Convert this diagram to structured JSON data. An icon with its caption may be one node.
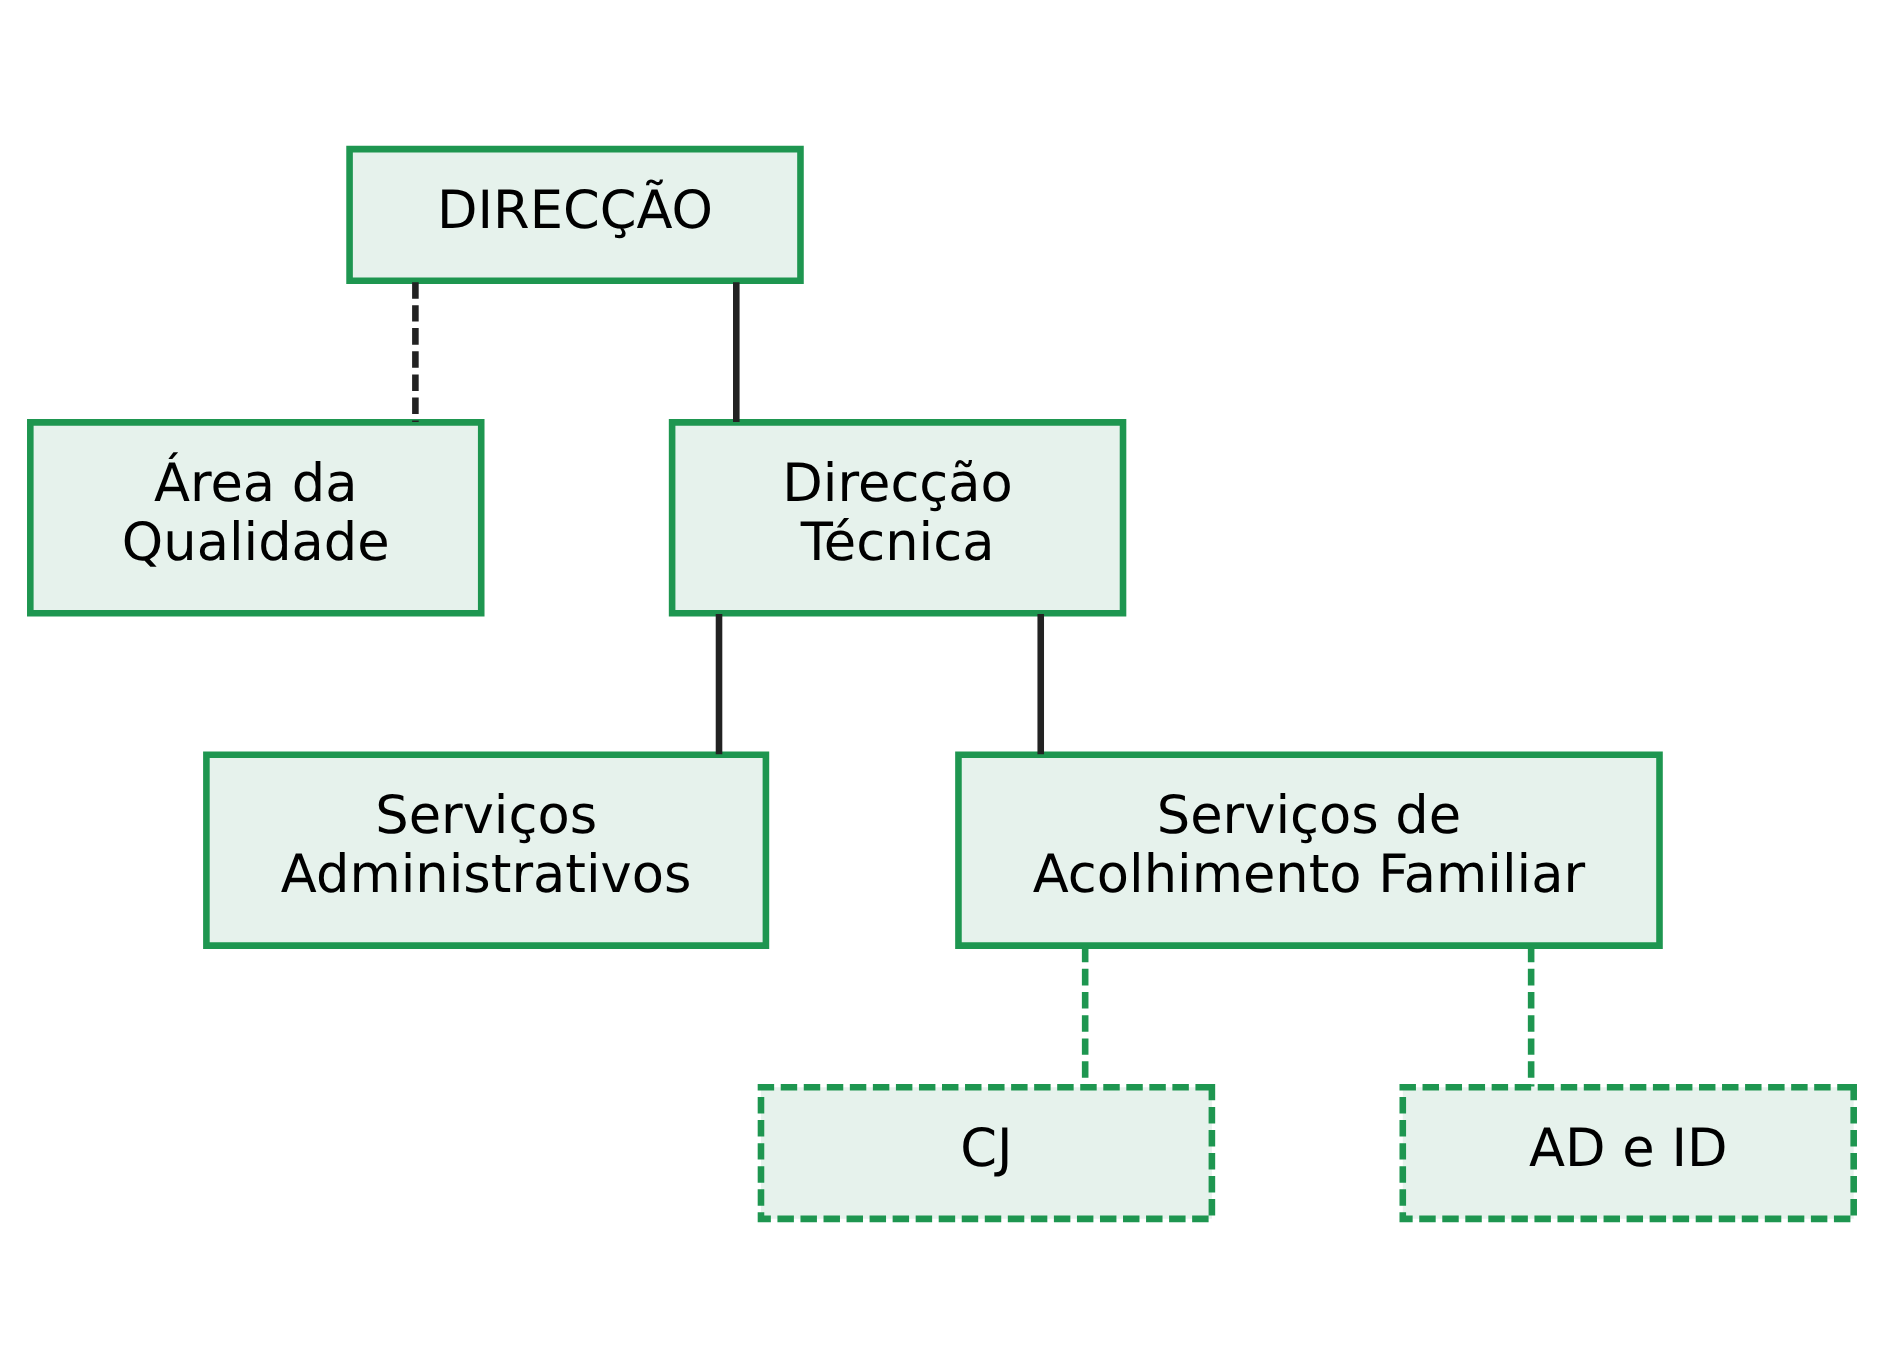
{
  "diagram": {
    "nodes": [
      {
        "text": [
          "DIRECÇÃO"
        ]
      },
      {
        "text": [
          "Área da Qualidade"
        ]
      },
      {
        "text": [
          "Direcção Técnica"
        ]
      },
      {
        "text": [
          "Serviços Administrativos"
        ]
      },
      {
        "text": [
          "Serviços de Acolhimento Familiar"
        ]
      },
      {
        "text": [
          "CJ"
        ]
      },
      {
        "text": [
          "AD e ID"
        ]
      }
    ],
    "edges": [
      {
        "from": 0,
        "to": 2,
        "arrow": "none"
      },
      {
        "from": 0,
        "to": 1,
        "arrow": "none",
        "style": "dashed"
      },
      {
        "from": 2,
        "to": 3,
        "arrow": "none"
      },
      {
        "from": 2,
        "to": 4,
        "arrow": "none"
      },
      {
        "from": 4,
        "to": 5,
        "arrow": "none",
        "style": "dashed",
        "color": "#1e9650"
      },
      {
        "from": 4,
        "to": 6,
        "arrow": "none",
        "style": "dashed",
        "color": "#1e9650"
      }
    ]
  }
}
